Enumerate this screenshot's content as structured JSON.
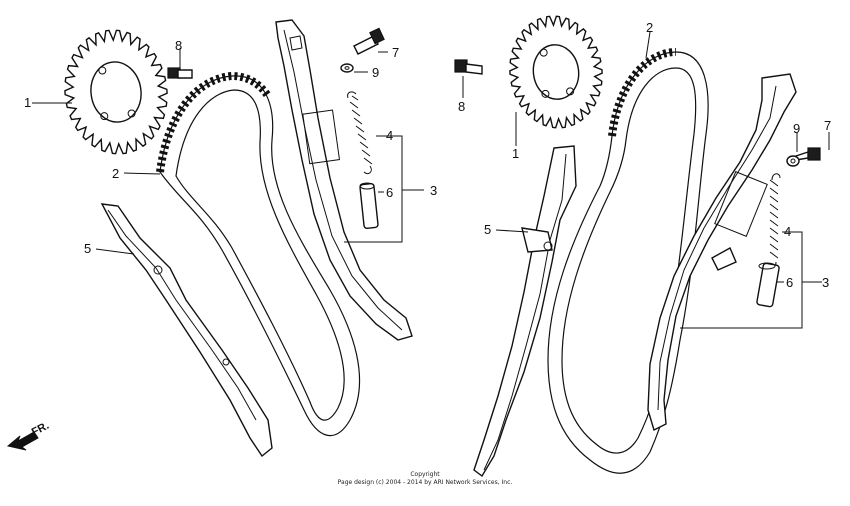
{
  "diagram": {
    "orientation_label": "FR.",
    "copyright_line1": "Copyright",
    "copyright_line2": "Page design (c) 2004 - 2014 by ARI Network Services, Inc.",
    "callouts": {
      "left": {
        "sprocket": "1",
        "chain": "2",
        "tensioner": "3",
        "spring": "4",
        "guide": "5",
        "collar": "6",
        "bolt": "7",
        "bolt_sprocket": "8",
        "washer": "9"
      },
      "right": {
        "sprocket": "1",
        "chain": "2",
        "tensioner": "3",
        "spring": "4",
        "guide": "5",
        "collar": "6",
        "bolt": "7",
        "bolt_sprocket": "8",
        "washer": "9"
      }
    }
  }
}
